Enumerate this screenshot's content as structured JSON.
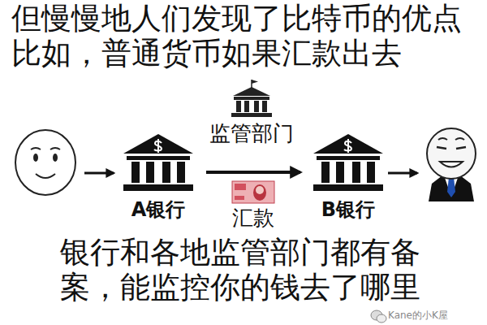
{
  "diagram": {
    "title": "但慢慢地人们发现了比特币的优点 比如，普通货币如果汇款出去",
    "caption": "银行和各地监管部门都有备 案，能监控你的钱去了哪里",
    "nodes": [
      {
        "text": [
          "监管部门"
        ]
      },
      {
        "text": [
          "A银行"
        ]
      },
      {
        "text": [
          "B银行"
        ]
      }
    ],
    "edges": [
      {
        "from": 1,
        "to": 2,
        "arrow": "to",
        "label": "汇款"
      }
    ],
    "labels": [
      "Kane的小K屋"
    ]
  }
}
